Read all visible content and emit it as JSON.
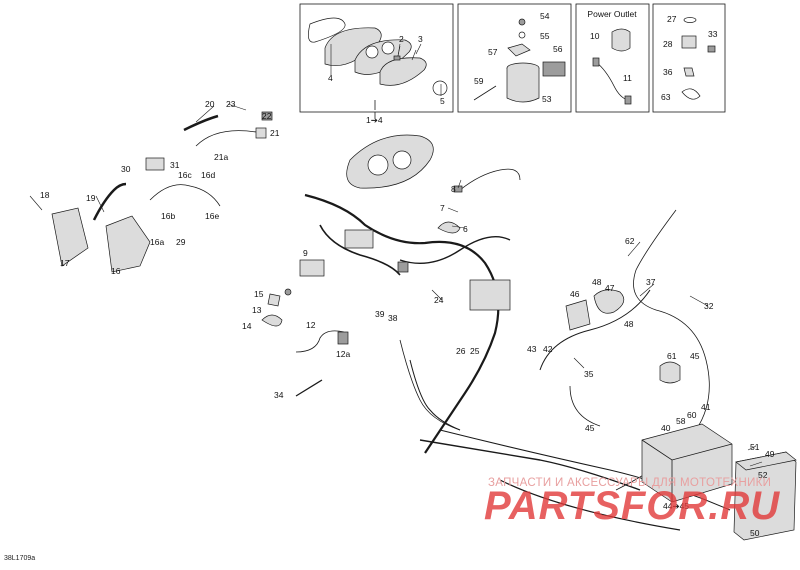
{
  "diagram_code": "38L1709a",
  "boxes": {
    "instruments_title": "",
    "power_outlet_title": "Power Outlet"
  },
  "callout_1_4": "1➔4",
  "callout_44_45": "44➔45",
  "watermark": {
    "top_line": "ЗАПЧАСТИ И АКСЕССУАРЫ ДЛЯ МОТОТЕХНИКИ",
    "brand": "PARTSFOR.RU"
  },
  "colors": {
    "line": "#1a1a1a",
    "part_fill": "#d8d8d8",
    "part_fill_dark": "#9a9a9a",
    "watermark_red": "#e23a3a"
  },
  "labels": [
    {
      "id": "l1",
      "text": "1"
    },
    {
      "id": "l2",
      "text": "2"
    },
    {
      "id": "l3",
      "text": "3"
    },
    {
      "id": "l4",
      "text": "4"
    },
    {
      "id": "l5",
      "text": "5"
    },
    {
      "id": "l6",
      "text": "6"
    },
    {
      "id": "l7",
      "text": "7"
    },
    {
      "id": "l8",
      "text": "8"
    },
    {
      "id": "l9",
      "text": "9"
    },
    {
      "id": "l10",
      "text": "10"
    },
    {
      "id": "l11",
      "text": "11"
    },
    {
      "id": "l12",
      "text": "12"
    },
    {
      "id": "l12a",
      "text": "12a"
    },
    {
      "id": "l13",
      "text": "13"
    },
    {
      "id": "l14",
      "text": "14"
    },
    {
      "id": "l15",
      "text": "15"
    },
    {
      "id": "l16",
      "text": "16"
    },
    {
      "id": "l16a",
      "text": "16a"
    },
    {
      "id": "l16b",
      "text": "16b"
    },
    {
      "id": "l16c",
      "text": "16c"
    },
    {
      "id": "l16d",
      "text": "16d"
    },
    {
      "id": "l16e",
      "text": "16e"
    },
    {
      "id": "l17",
      "text": "17"
    },
    {
      "id": "l18",
      "text": "18"
    },
    {
      "id": "l19",
      "text": "19"
    },
    {
      "id": "l20",
      "text": "20"
    },
    {
      "id": "l21",
      "text": "21"
    },
    {
      "id": "l21a",
      "text": "21a"
    },
    {
      "id": "l22",
      "text": "22"
    },
    {
      "id": "l23",
      "text": "23"
    },
    {
      "id": "l24",
      "text": "24"
    },
    {
      "id": "l25",
      "text": "25"
    },
    {
      "id": "l26",
      "text": "26"
    },
    {
      "id": "l27",
      "text": "27"
    },
    {
      "id": "l28",
      "text": "28"
    },
    {
      "id": "l29",
      "text": "29"
    },
    {
      "id": "l30",
      "text": "30"
    },
    {
      "id": "l31",
      "text": "31"
    },
    {
      "id": "l32",
      "text": "32"
    },
    {
      "id": "l33",
      "text": "33"
    },
    {
      "id": "l34",
      "text": "34"
    },
    {
      "id": "l35",
      "text": "35"
    },
    {
      "id": "l36",
      "text": "36"
    },
    {
      "id": "l37",
      "text": "37"
    },
    {
      "id": "l38",
      "text": "38"
    },
    {
      "id": "l39",
      "text": "39"
    },
    {
      "id": "l40",
      "text": "40"
    },
    {
      "id": "l41",
      "text": "41"
    },
    {
      "id": "l42",
      "text": "42"
    },
    {
      "id": "l43",
      "text": "43"
    },
    {
      "id": "l45a",
      "text": "45"
    },
    {
      "id": "l45b",
      "text": "45"
    },
    {
      "id": "l46",
      "text": "46"
    },
    {
      "id": "l47",
      "text": "47"
    },
    {
      "id": "l48a",
      "text": "48"
    },
    {
      "id": "l48b",
      "text": "48"
    },
    {
      "id": "l49",
      "text": "49"
    },
    {
      "id": "l50",
      "text": "50"
    },
    {
      "id": "l51",
      "text": "51"
    },
    {
      "id": "l52",
      "text": "52"
    },
    {
      "id": "l53",
      "text": "53"
    },
    {
      "id": "l54",
      "text": "54"
    },
    {
      "id": "l55",
      "text": "55"
    },
    {
      "id": "l56",
      "text": "56"
    },
    {
      "id": "l57",
      "text": "57"
    },
    {
      "id": "l58",
      "text": "58"
    },
    {
      "id": "l59",
      "text": "59"
    },
    {
      "id": "l60",
      "text": "60"
    },
    {
      "id": "l61",
      "text": "61"
    },
    {
      "id": "l62",
      "text": "62"
    },
    {
      "id": "l63",
      "text": "63"
    }
  ]
}
